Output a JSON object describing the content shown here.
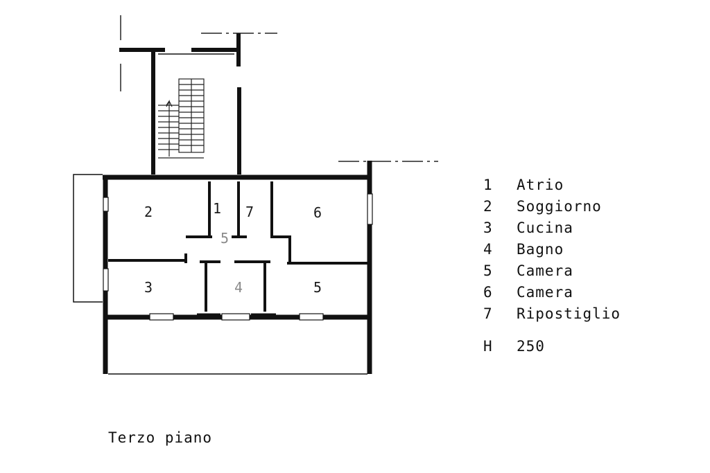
{
  "rooms": [
    {
      "num": "1",
      "name": "Atrio"
    },
    {
      "num": "2",
      "name": "Soggiorno"
    },
    {
      "num": "3",
      "name": "Cucina"
    },
    {
      "num": "4",
      "name": "Bagno"
    },
    {
      "num": "5",
      "name": "Camera"
    },
    {
      "num": "6",
      "name": "Camera"
    },
    {
      "num": "7",
      "name": "Ripostiglio"
    }
  ],
  "plan_labels": {
    "r1": "1",
    "r2": "2",
    "r3": "3",
    "r4": "4",
    "r5": "5",
    "r6": "6",
    "r7": "7",
    "corridor": "5"
  },
  "height": {
    "label": "H",
    "value": "250"
  },
  "caption": "Terzo piano",
  "colors": {
    "ink": "#111111",
    "paper": "#ffffff"
  }
}
